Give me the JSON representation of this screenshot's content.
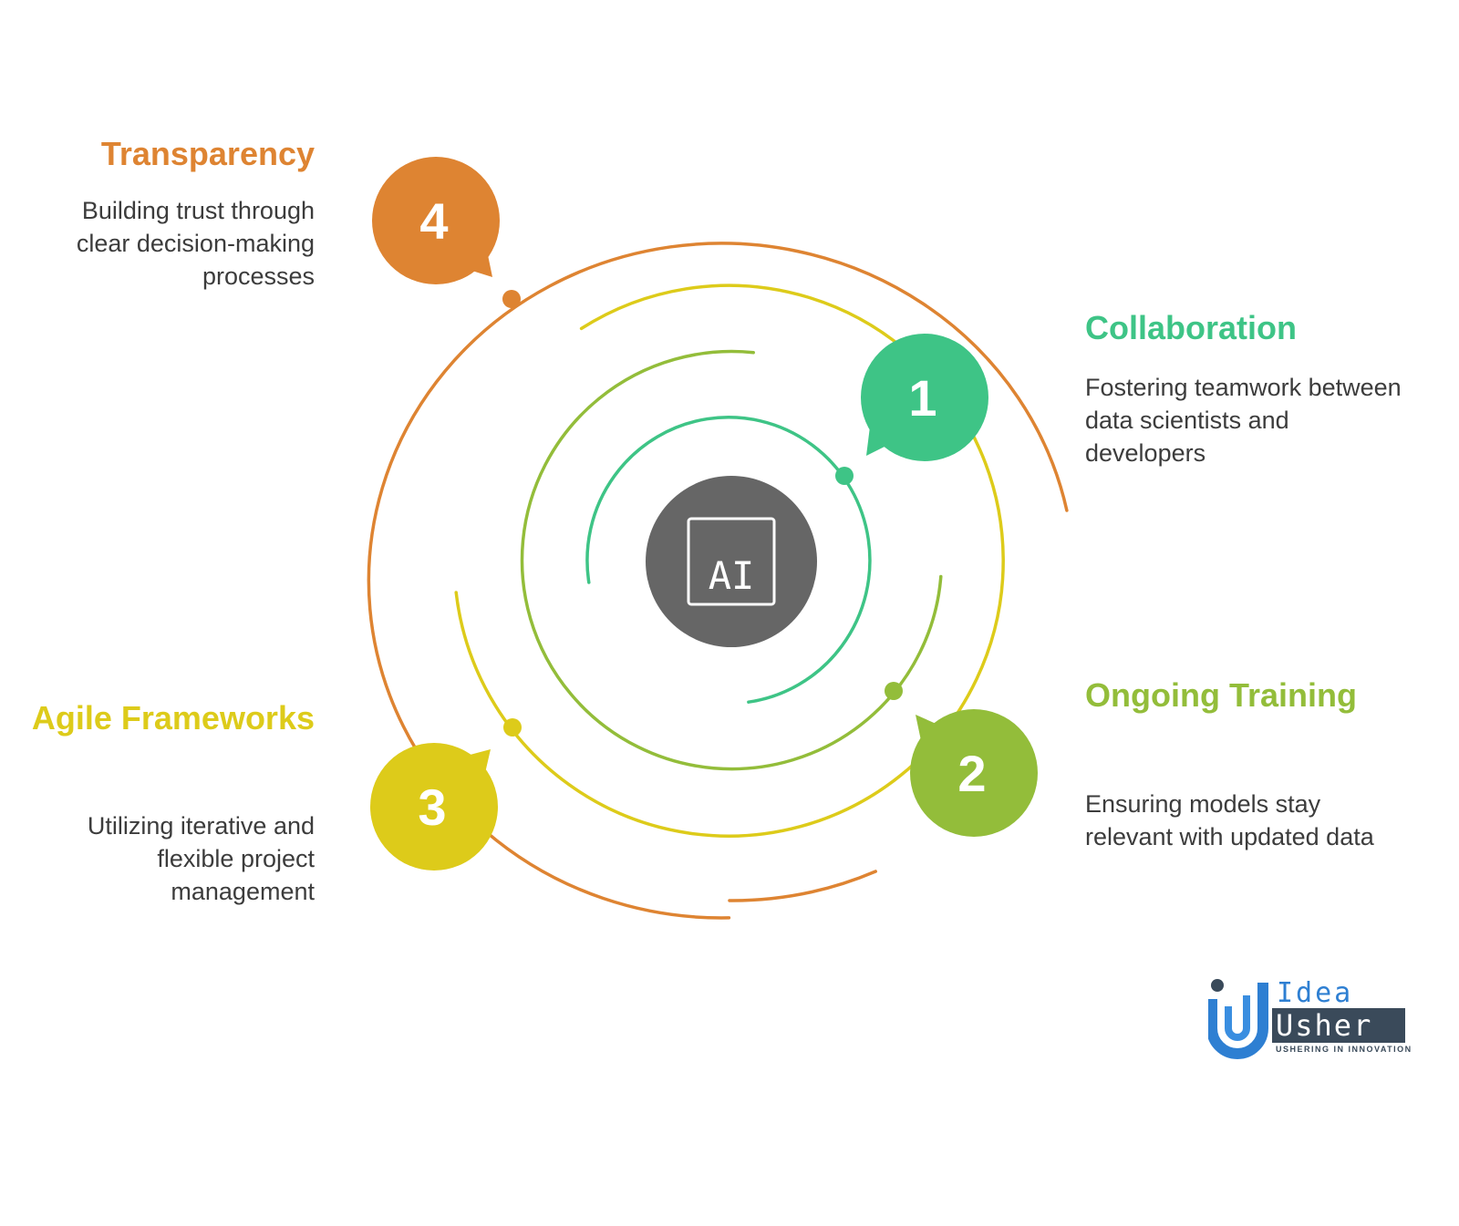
{
  "center": {
    "label": "AI"
  },
  "colors": {
    "transparency": "#de8432",
    "collaboration": "#3ec486",
    "training": "#93bd3a",
    "agile": "#ddcb1a",
    "center": "#666666"
  },
  "items": [
    {
      "number": "1",
      "title": "Collaboration",
      "description": "Fostering teamwork between data scientists and developers"
    },
    {
      "number": "2",
      "title": "Ongoing Training",
      "description": "Ensuring models stay relevant with updated data"
    },
    {
      "number": "3",
      "title": "Agile Frameworks",
      "description": "Utilizing iterative and flexible project management"
    },
    {
      "number": "4",
      "title": "Transparency",
      "description": "Building trust through clear decision-making processes"
    }
  ],
  "logo": {
    "word1": "Idea",
    "word2": "Usher",
    "tagline": "USHERING IN INNOVATION"
  }
}
